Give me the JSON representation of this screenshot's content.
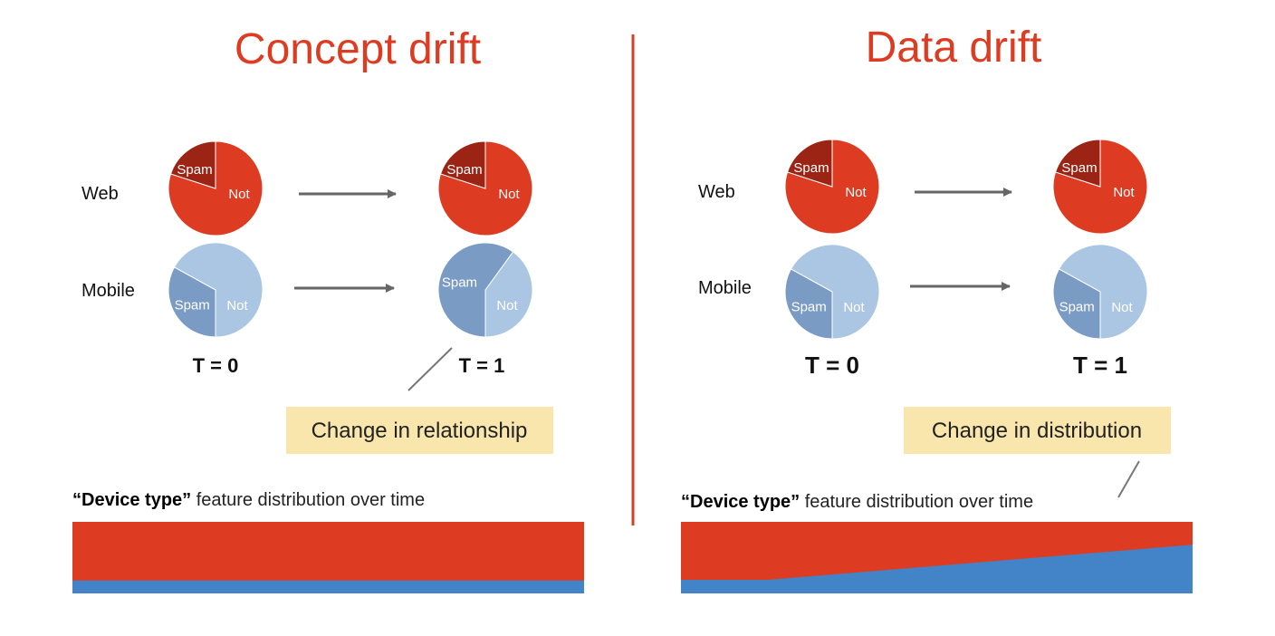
{
  "colors": {
    "not_web": "#dd3c22",
    "spam_web": "#9b2414",
    "not_mobile": "#abc6e2",
    "spam_mobile": "#7a9bc4",
    "area_web": "#dd3c22",
    "area_mobile": "#4383c8",
    "accent": "#dd3c22",
    "callout_bg": "#f9e6ad"
  },
  "labels": {
    "spam": "Spam",
    "not": "Not",
    "web": "Web",
    "mobile": "Mobile",
    "t0": "T = 0",
    "t1": "T = 1"
  },
  "concept": {
    "title": "Concept drift",
    "callout": "Change in relationship",
    "subtitle_bold": "“Device type”",
    "subtitle_rest": " feature distribution over time",
    "pies": {
      "web_t0": 0.2,
      "web_t1": 0.2,
      "mobile_t0": 0.33,
      "mobile_t1": 0.6
    },
    "area_mobile_share": [
      [
        0,
        0.18
      ],
      [
        1,
        0.18
      ]
    ]
  },
  "data": {
    "title": "Data drift",
    "callout": "Change in distribution",
    "subtitle_bold": "“Device type”",
    "subtitle_rest": " feature distribution over time",
    "pies": {
      "web_t0": 0.2,
      "web_t1": 0.2,
      "mobile_t0": 0.33,
      "mobile_t1": 0.33
    },
    "area_mobile_share": [
      [
        0,
        0.19
      ],
      [
        0.17,
        0.19
      ],
      [
        1,
        0.68
      ]
    ]
  }
}
